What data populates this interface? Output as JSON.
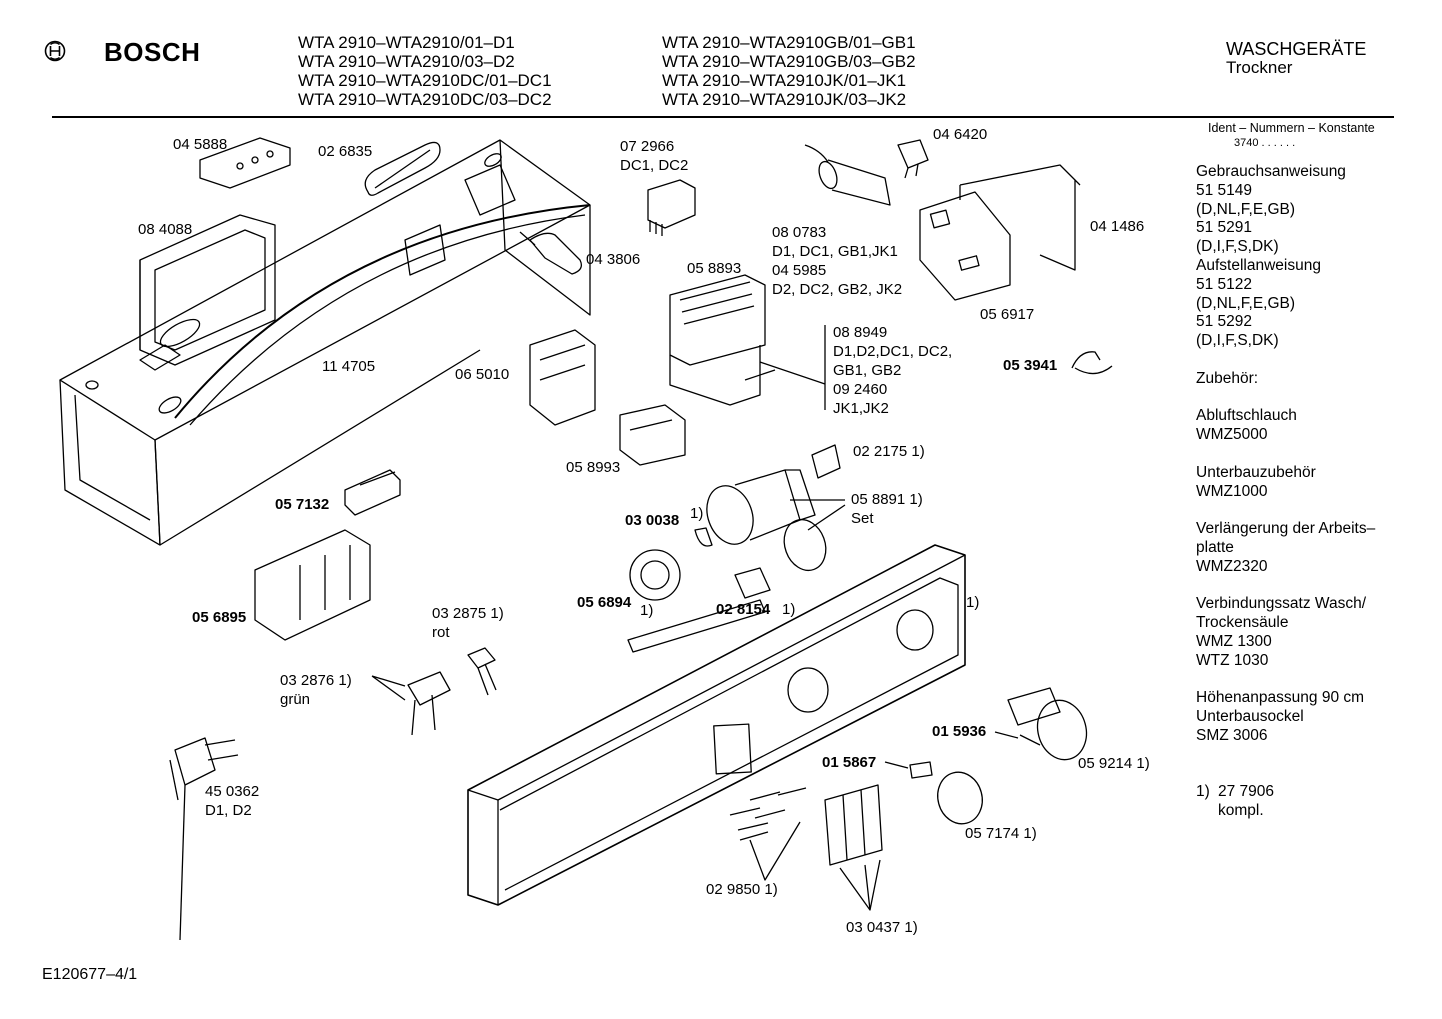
{
  "brand": "BOSCH",
  "models_left": [
    "WTA 2910–WTA2910/01–D1",
    "WTA 2910–WTA2910/03–D2",
    "WTA 2910–WTA2910DC/01–DC1",
    "WTA 2910–WTA2910DC/03–DC2"
  ],
  "models_right": [
    "WTA 2910–WTA2910GB/01–GB1",
    "WTA 2910–WTA2910GB/03–GB2",
    "WTA 2910–WTA2910JK/01–JK1",
    "WTA 2910–WTA2910JK/03–JK2"
  ],
  "category": "WASCHGERÄTE",
  "subcategory": "Trockner",
  "ident_title": "Ident – Nummern – Konstante",
  "ident_value": "3740 . . . . . .",
  "side_info": [
    "Gebrauchsanweisung",
    "51 5149",
    "(D,NL,F,E,GB)",
    "51 5291",
    "(D,I,F,S,DK)",
    "Aufstellanweisung",
    "51 5122",
    "(D,NL,F,E,GB)",
    "51 5292",
    "(D,I,F,S,DK)",
    "",
    "Zubehör:",
    "",
    "Abluftschlauch",
    "WMZ5000",
    "",
    "Unterbauzubehör",
    "WMZ1000",
    "",
    "Verlängerung der Arbeits–",
    "platte",
    "WMZ2320",
    "",
    "Verbindungssatz Wasch/",
    "Trockensäule",
    "WMZ 1300",
    "WTZ 1030",
    "",
    "Höhenanpassung 90 cm",
    "Unterbausockel",
    "SMZ 3006",
    ""
  ],
  "footnote_mark": "1)",
  "footnote_value": "27 7906",
  "footnote_text": "kompl.",
  "doc_code": "E120677–4/1",
  "parts": {
    "p045888": "04 5888",
    "p026835": "02 6835",
    "p084088": "08 4088",
    "p114705": "11 4705",
    "p072966": "07 2966",
    "p072966_var": "DC1, DC2",
    "p043806": "04 3806",
    "p080783": "08 0783",
    "p080783_var": "D1, DC1, GB1,JK1",
    "p045985": "04 5985",
    "p045985_var": "D2, DC2, GB2, JK2",
    "p046420": "04 6420",
    "p041486": "04 1486",
    "p056917": "05 6917",
    "p058893": "05 8893",
    "p088949": "08 8949",
    "p088949_var1": "D1,D2,DC1, DC2,",
    "p088949_var2": "GB1, GB2",
    "p092460": "09 2460",
    "p092460_var": "JK1,JK2",
    "p053941": "05 3941",
    "p065010": "06 5010",
    "p058993": "05 8993",
    "p022175": "02 2175 1)",
    "p058891": "05 8891 1)",
    "p058891_var": "Set",
    "p057132": "05 7132",
    "p030038": "03 0038",
    "p030038_note": "1)",
    "p056894": "05 6894",
    "p056894_note": "1)",
    "p028154": "02 8154",
    "p028154_note": "1)",
    "p056895": "05 6895",
    "p032875": "03 2875 1)",
    "p032875_var": "rot",
    "p032876": "03 2876 1)",
    "p032876_var": "grün",
    "panel_note": "1)",
    "p015936": "01 5936",
    "p059214": "05 9214 1)",
    "p015867": "01 5867",
    "p057174": "05 7174 1)",
    "p029850": "02 9850 1)",
    "p030437": "03 0437 1)",
    "p450362": "45 0362",
    "p450362_var": "D1, D2"
  }
}
